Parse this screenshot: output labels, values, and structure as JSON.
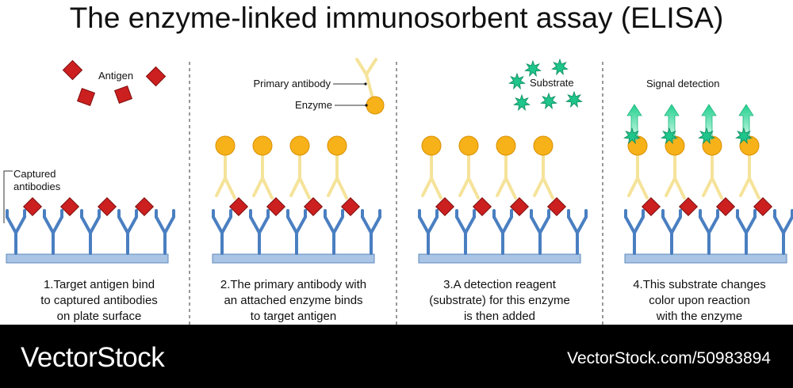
{
  "title": "The enzyme-linked immunosorbent assay (ELISA)",
  "labels": {
    "antigen": "Antigen",
    "captured_antibodies_line1": "Captured",
    "captured_antibodies_line2": "antibodies",
    "primary_antibody": "Primary antibody",
    "enzyme": "Enzyme",
    "substrate": "Substrate",
    "signal_detection": "Signal detection"
  },
  "steps": [
    {
      "caption": [
        "1.Target antigen bind",
        "to captured antibodies",
        "on plate surface"
      ]
    },
    {
      "caption": [
        "2.The primary antibody with",
        "an attached enzyme binds",
        "to target antigen"
      ]
    },
    {
      "caption": [
        "3.A detection reagent",
        "(substrate) for this enzyme",
        "is then added"
      ]
    },
    {
      "caption": [
        "4.This substrate changes",
        "color upon reaction",
        "with the enzyme"
      ]
    }
  ],
  "footer": {
    "brand": "VectorStock",
    "stock_id": "VectorStock.com/50983894"
  },
  "colors": {
    "captured_antibody": "#4a7fc1",
    "plate": "#a9c4e4",
    "antigen": "#cc1f1f",
    "primary_antibody": "#f5e39a",
    "enzyme": "#f7b21a",
    "substrate": "#1fc58a",
    "signal_arrow": "#55e6ad"
  },
  "icons": [
    "antigen-icon",
    "captured-antibody-icon",
    "primary-antibody-icon",
    "enzyme-icon",
    "substrate-star-icon",
    "signal-arrow-icon"
  ]
}
